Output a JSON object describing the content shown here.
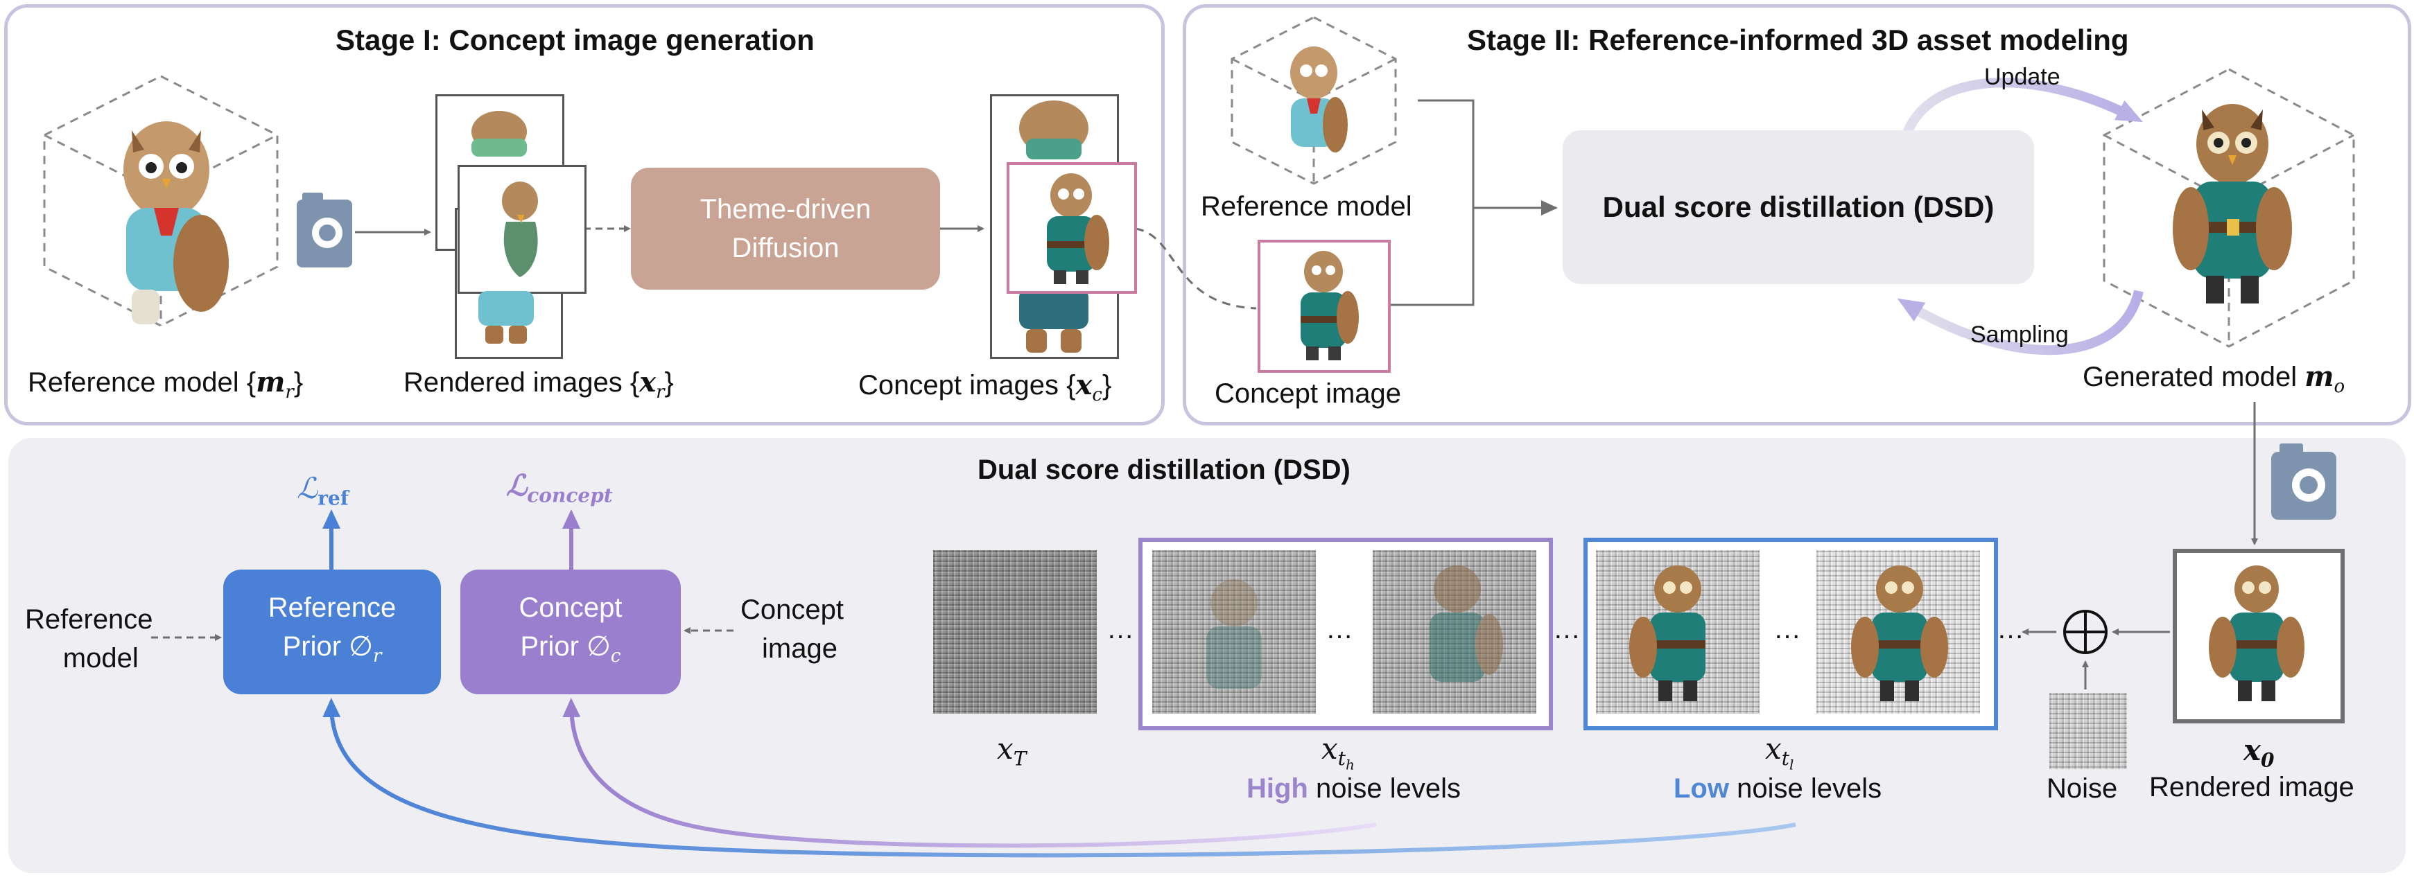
{
  "stage1": {
    "title": "Stage I: Concept image generation",
    "reference_label": "Reference model {",
    "reference_symbol": "m",
    "reference_sub": "r",
    "rendered_label": "Rendered images {",
    "rendered_symbol": "x",
    "rendered_sub": "r",
    "diffusion_box": [
      "Theme-driven",
      "Diffusion"
    ],
    "concept_label": "Concept images {",
    "concept_symbol": "x",
    "concept_sub": "c",
    "brace_close": "}"
  },
  "stage2": {
    "title": "Stage II: Reference-informed 3D asset modeling",
    "reference_label": "Reference model",
    "concept_label": "Concept image",
    "dsd_box": "Dual score distillation (DSD)",
    "update_label": "Update",
    "sampling_label": "Sampling",
    "generated_label": "Generated model ",
    "generated_symbol": "m",
    "generated_sub": "o"
  },
  "dsd": {
    "title": "Dual score distillation (DSD)",
    "loss_ref": "ℒ",
    "loss_ref_sub": "ref",
    "loss_concept": "ℒ",
    "loss_concept_sub": "concept",
    "ref_prior_line1": "Reference",
    "ref_prior_line2": "Prior ∅",
    "ref_prior_sub": "r",
    "concept_prior_line1": "Concept",
    "concept_prior_line2": "Prior ∅",
    "concept_prior_sub": "c",
    "left_input_line1": "Reference",
    "left_input_line2": "model",
    "right_input_line1": "Concept",
    "right_input_line2": "image",
    "xT": "x",
    "xT_sub": "T",
    "xth": "x",
    "xth_sub": "t",
    "xth_subsub": "h",
    "xtl": "x",
    "xtl_sub": "t",
    "xtl_subsub": "l",
    "high_word": "High",
    "high_rest": " noise levels",
    "low_word": "Low",
    "low_rest": " noise levels",
    "ellipsis": "…",
    "oplus": "⊕",
    "noise_label": "Noise",
    "x0": "x",
    "x0_sub": "0",
    "rendered_label": "Rendered image"
  },
  "colors": {
    "stage_border": "#c9c3df",
    "diffusion_box": "#c9a393",
    "dsd_box_gray": "#ebebef",
    "ref_prior_blue": "#4a80d6",
    "concept_prior_purple": "#9a7fce",
    "high_purple": "#9b85cd",
    "low_blue": "#4f87d6",
    "concept_frame_pink": "#c87aa0",
    "camera_gray": "#7e93ae"
  },
  "icons": [
    "camera-icon",
    "owl-figure-icon",
    "oplus-icon",
    "noise-patch"
  ]
}
